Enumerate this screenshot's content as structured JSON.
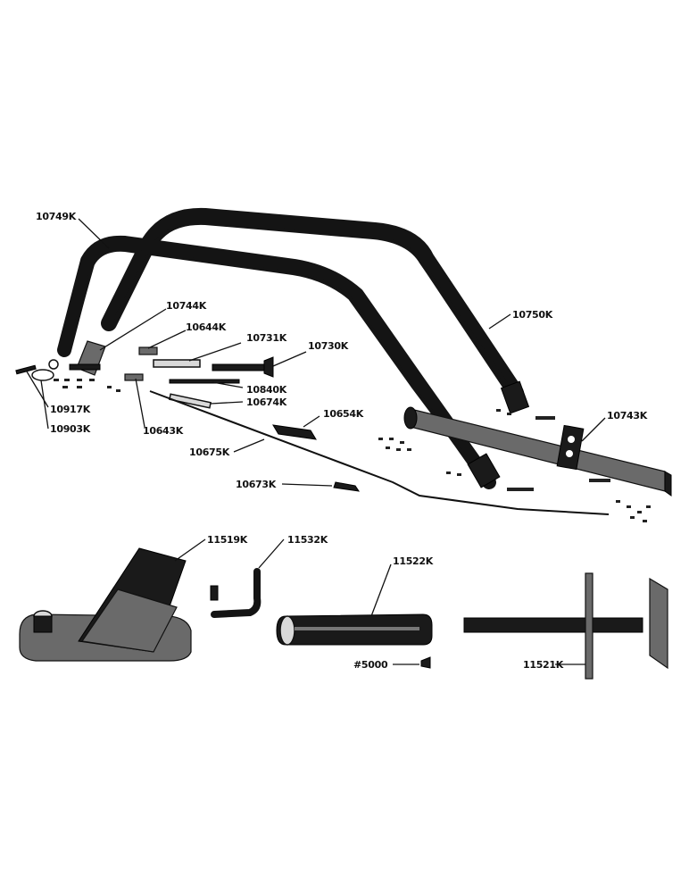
{
  "part_labels": {
    "p10749K": "10749K",
    "p10744K": "10744K",
    "p10644K": "10644K",
    "p10731K": "10731K",
    "p10730K": "10730K",
    "p10750K": "10750K",
    "p10840K": "10840K",
    "p10674K": "10674K",
    "p10654K": "10654K",
    "p10743K": "10743K",
    "p10917K": "10917K",
    "p10903K": "10903K",
    "p10643K": "10643K",
    "p10675K": "10675K",
    "p10673K": "10673K",
    "p11519K": "11519K",
    "p11532K": "11532K",
    "p11522K": "11522K",
    "p5000": "#5000",
    "p11521K": "11521K"
  }
}
